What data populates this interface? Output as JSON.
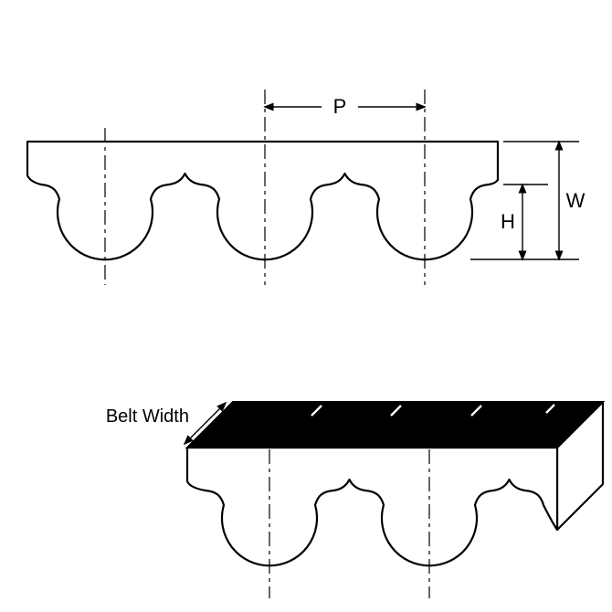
{
  "diagram": {
    "labels": {
      "pitch": "P",
      "overall_thickness": "W",
      "tooth_height": "H",
      "belt_width": "Belt Width"
    },
    "colors": {
      "line": "#000000",
      "belt_fill": "#ffffff",
      "belt_back_surface": "#000000",
      "background": "#ffffff"
    }
  }
}
